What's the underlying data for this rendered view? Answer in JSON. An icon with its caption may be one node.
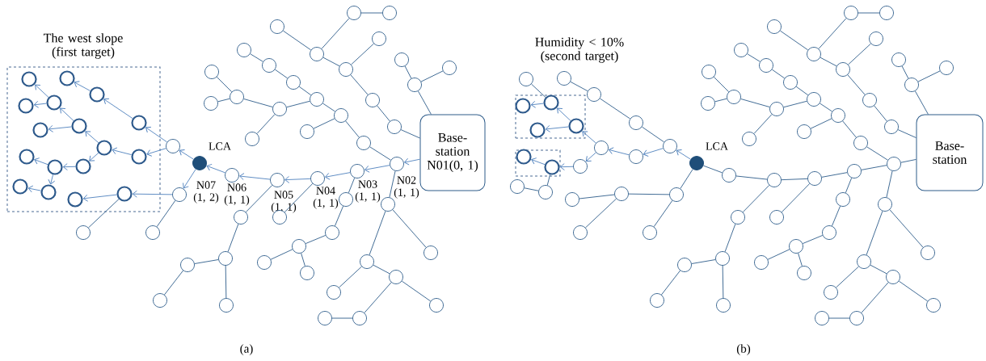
{
  "diagram": {
    "nodes": [
      {
        "text": [
          "The west slope (first target)"
        ]
      },
      {
        "text": [
          "Base-station",
          "N01(0, 1)"
        ]
      },
      {
        "text": [],
        "shape": "circle",
        "beside": [
          "N02 (1, 1)"
        ]
      },
      {
        "text": [],
        "shape": "circle",
        "beside": [
          "N03 (1, 1)"
        ]
      },
      {
        "text": [],
        "shape": "circle",
        "beside": [
          "N04 (1, 1)"
        ]
      },
      {
        "text": [],
        "shape": "circle",
        "beside": [
          "N05 (1, 1)"
        ]
      },
      {
        "text": [],
        "shape": "circle",
        "beside": [
          "N06 (1, 1)"
        ]
      },
      {
        "text": [],
        "shape": "circle",
        "beside": [
          "LCA",
          "N07 (1, 2)"
        ]
      },
      {
        "text": [],
        "shape": "circle"
      },
      {
        "text": [],
        "shape": "circle"
      },
      {
        "text": [],
        "shape": "circle",
        "in": 0
      },
      {
        "text": [],
        "shape": "circle",
        "in": 0
      },
      {
        "text": [],
        "shape": "circle",
        "in": 0
      },
      {
        "text": [],
        "shape": "circle",
        "in": 0
      },
      {
        "text": [],
        "shape": "circle",
        "in": 0
      },
      {
        "text": [],
        "shape": "circle",
        "in": 0
      },
      {
        "text": [],
        "shape": "circle",
        "in": 0
      },
      {
        "text": [],
        "shape": "circle",
        "in": 0
      },
      {
        "text": [],
        "shape": "circle",
        "in": 0
      },
      {
        "text": [],
        "shape": "circle",
        "in": 0
      },
      {
        "text": [],
        "shape": "circle",
        "in": 0
      },
      {
        "text": [],
        "shape": "circle",
        "in": 0
      },
      {
        "text": [],
        "shape": "circle",
        "in": 0
      },
      {
        "text": [],
        "shape": "circle",
        "in": 0
      },
      {
        "text": [],
        "shape": "circle",
        "in": 0
      },
      {
        "text": [],
        "shape": "circle",
        "in": 0
      },
      {
        "text": [],
        "shape": "circle",
        "in": 0
      },
      {
        "text": [],
        "shape": "circle"
      },
      {
        "text": [],
        "shape": "circle"
      },
      {
        "text": [],
        "shape": "circle"
      },
      {
        "text": [],
        "shape": "circle"
      },
      {
        "text": [],
        "shape": "circle"
      },
      {
        "text": [],
        "shape": "circle"
      },
      {
        "text": [],
        "shape": "circle"
      },
      {
        "text": [],
        "shape": "circle"
      },
      {
        "text": [],
        "shape": "circle"
      },
      {
        "text": [],
        "shape": "circle"
      },
      {
        "text": [],
        "shape": "circle"
      },
      {
        "text": [],
        "shape": "circle"
      },
      {
        "text": [],
        "shape": "circle"
      },
      {
        "text": [],
        "shape": "circle"
      },
      {
        "text": [],
        "shape": "circle"
      },
      {
        "text": [],
        "shape": "circle"
      },
      {
        "text": [],
        "shape": "circle"
      },
      {
        "text": [],
        "shape": "circle"
      },
      {
        "text": [],
        "shape": "circle"
      },
      {
        "text": [],
        "shape": "circle"
      },
      {
        "text": [],
        "shape": "circle"
      },
      {
        "text": [],
        "shape": "circle"
      },
      {
        "text": [],
        "shape": "circle"
      },
      {
        "text": [],
        "shape": "circle"
      },
      {
        "text": [],
        "shape": "circle"
      },
      {
        "text": [],
        "shape": "circle"
      },
      {
        "text": [],
        "shape": "circle"
      },
      {
        "text": [],
        "shape": "circle"
      },
      {
        "text": [],
        "shape": "circle"
      },
      {
        "text": [],
        "shape": "circle"
      },
      {
        "text": [],
        "shape": "circle"
      },
      {
        "text": [],
        "shape": "circle"
      },
      {
        "text": [],
        "shape": "circle"
      },
      {
        "text": [],
        "shape": "circle"
      },
      {
        "text": [],
        "shape": "circle"
      },
      {
        "text": [],
        "shape": "circle"
      },
      {
        "text": [],
        "shape": "circle"
      },
      {
        "text": [],
        "shape": "circle"
      },
      {
        "text": [],
        "shape": "circle"
      },
      {
        "text": [],
        "shape": "circle"
      },
      {
        "text": [],
        "shape": "circle"
      },
      {
        "text": [],
        "shape": "circle"
      },
      {
        "text": [],
        "shape": "circle"
      },
      {
        "text": [],
        "shape": "circle"
      },
      {
        "text": [
          "Humidity < 10% (second target)"
        ]
      },
      {
        "text": [],
        "shape": "box"
      },
      {
        "text": [
          "Base-station"
        ]
      },
      {
        "text": [],
        "shape": "circle"
      },
      {
        "text": [],
        "shape": "circle"
      },
      {
        "text": [],
        "shape": "circle"
      },
      {
        "text": [],
        "shape": "circle"
      },
      {
        "text": [],
        "shape": "circle"
      },
      {
        "text": [],
        "shape": "circle",
        "beside": [
          "LCA"
        ]
      },
      {
        "text": [],
        "shape": "circle"
      },
      {
        "text": [],
        "shape": "circle"
      },
      {
        "text": [],
        "shape": "circle"
      },
      {
        "text": [],
        "shape": "circle"
      },
      {
        "text": [],
        "shape": "circle"
      },
      {
        "text": [],
        "shape": "circle",
        "in": 71
      },
      {
        "text": [],
        "shape": "circle",
        "in": 71
      },
      {
        "text": [],
        "shape": "circle"
      },
      {
        "text": [],
        "shape": "circle",
        "in": 71
      },
      {
        "text": [],
        "shape": "circle",
        "in": 71
      },
      {
        "text": [],
        "shape": "circle"
      },
      {
        "text": [],
        "shape": "circle"
      },
      {
        "text": [],
        "shape": "circle",
        "in": 72
      },
      {
        "text": [],
        "shape": "circle",
        "in": 72
      },
      {
        "text": [],
        "shape": "circle"
      },
      {
        "text": [],
        "shape": "circle"
      },
      {
        "text": [],
        "shape": "circle"
      },
      {
        "text": [],
        "shape": "circle"
      },
      {
        "text": [],
        "shape": "circle"
      },
      {
        "text": [],
        "shape": "circle"
      },
      {
        "text": [],
        "shape": "circle"
      },
      {
        "text": [],
        "shape": "circle"
      },
      {
        "text": [],
        "shape": "circle"
      },
      {
        "text": [],
        "shape": "circle"
      },
      {
        "text": [],
        "shape": "circle"
      },
      {
        "text": [],
        "shape": "circle"
      },
      {
        "text": [],
        "shape": "circle"
      },
      {
        "text": [],
        "shape": "circle"
      },
      {
        "text": [],
        "shape": "circle"
      },
      {
        "text": [],
        "shape": "circle"
      },
      {
        "text": [],
        "shape": "circle"
      },
      {
        "text": [],
        "shape": "circle"
      },
      {
        "text": [],
        "shape": "circle"
      },
      {
        "text": [],
        "shape": "circle"
      },
      {
        "text": [],
        "shape": "circle"
      },
      {
        "text": [],
        "shape": "circle"
      },
      {
        "text": [],
        "shape": "circle"
      },
      {
        "text": [],
        "shape": "circle"
      },
      {
        "text": [],
        "shape": "circle"
      },
      {
        "text": [],
        "shape": "circle"
      },
      {
        "text": [],
        "shape": "circle"
      },
      {
        "text": [],
        "shape": "circle"
      },
      {
        "text": [],
        "shape": "circle"
      },
      {
        "text": [],
        "shape": "circle"
      },
      {
        "text": [],
        "shape": "circle"
      },
      {
        "text": [],
        "shape": "circle"
      },
      {
        "text": [],
        "shape": "circle"
      },
      {
        "text": [],
        "shape": "circle"
      },
      {
        "text": [],
        "shape": "circle"
      },
      {
        "text": [],
        "shape": "circle"
      },
      {
        "text": [],
        "shape": "circle"
      },
      {
        "text": [],
        "shape": "circle"
      },
      {
        "text": [],
        "shape": "circle"
      },
      {
        "text": [],
        "shape": "circle"
      },
      {
        "text": [],
        "shape": "circle"
      },
      {
        "text": [],
        "shape": "circle"
      },
      {
        "text": [],
        "shape": "circle"
      },
      {
        "text": [],
        "shape": "circle"
      },
      {
        "text": [],
        "shape": "circle"
      },
      {
        "text": [],
        "shape": "circle"
      },
      {
        "text": [],
        "shape": "circle"
      },
      {
        "text": [],
        "shape": "circle"
      },
      {
        "text": [],
        "shape": "circle"
      }
    ],
    "edges": [
      {
        "from": 1,
        "to": 2,
        "arrow": "to",
        "color": "#4f81bd"
      },
      {
        "from": 2,
        "to": 3,
        "arrow": "to",
        "color": "#4f81bd"
      },
      {
        "from": 3,
        "to": 4,
        "arrow": "to",
        "color": "#4f81bd"
      },
      {
        "from": 4,
        "to": 5,
        "arrow": "to",
        "color": "#4f81bd"
      },
      {
        "from": 5,
        "to": 6,
        "arrow": "to",
        "color": "#4f81bd"
      },
      {
        "from": 6,
        "to": 7,
        "arrow": "to",
        "color": "#4f81bd"
      },
      {
        "from": 7,
        "to": 8,
        "arrow": "to",
        "color": "#4f81bd"
      },
      {
        "from": 7,
        "to": 9,
        "arrow": "to",
        "color": "#4f81bd"
      },
      {
        "from": 8,
        "to": 15,
        "arrow": "to",
        "color": "#4f81bd"
      },
      {
        "from": 15,
        "to": 12,
        "arrow": "to",
        "color": "#4f81bd"
      },
      {
        "from": 12,
        "to": 11,
        "arrow": "to",
        "color": "#4f81bd"
      },
      {
        "from": 8,
        "to": 19,
        "arrow": "to",
        "color": "#4f81bd"
      },
      {
        "from": 19,
        "to": 18,
        "arrow": "to",
        "color": "#4f81bd"
      },
      {
        "from": 18,
        "to": 16,
        "arrow": "to",
        "color": "#4f81bd"
      },
      {
        "from": 16,
        "to": 13,
        "arrow": "to",
        "color": "#4f81bd"
      },
      {
        "from": 13,
        "to": 10,
        "arrow": "to",
        "color": "#4f81bd"
      },
      {
        "from": 13,
        "to": 14,
        "arrow": "to",
        "color": "#4f81bd"
      },
      {
        "from": 16,
        "to": 17,
        "arrow": "to",
        "color": "#4f81bd"
      },
      {
        "from": 18,
        "to": 22,
        "arrow": "to",
        "color": "#4f81bd"
      },
      {
        "from": 22,
        "to": 21,
        "arrow": "to",
        "color": "#4f81bd"
      },
      {
        "from": 21,
        "to": 20,
        "arrow": "to",
        "color": "#4f81bd"
      },
      {
        "from": 21,
        "to": 24,
        "arrow": "to",
        "color": "#4f81bd"
      },
      {
        "from": 24,
        "to": 23,
        "arrow": "to",
        "color": "#4f81bd"
      },
      {
        "from": 9,
        "to": 26,
        "arrow": "to",
        "color": "#4f81bd"
      },
      {
        "from": 26,
        "to": 25,
        "arrow": "to",
        "color": "#4f81bd"
      },
      {
        "from": 26,
        "to": 27,
        "arrow": "none"
      },
      {
        "from": 9,
        "to": 28,
        "arrow": "none"
      },
      {
        "from": 29,
        "to": 30,
        "arrow": "none"
      },
      {
        "from": 29,
        "to": 32,
        "arrow": "none"
      },
      {
        "from": 31,
        "to": 32,
        "arrow": "none"
      },
      {
        "from": 32,
        "to": 34,
        "arrow": "none"
      },
      {
        "from": 33,
        "to": 34,
        "arrow": "none"
      },
      {
        "from": 34,
        "to": 47,
        "arrow": "none"
      },
      {
        "from": 47,
        "to": 48,
        "arrow": "none"
      },
      {
        "from": 48,
        "to": 1,
        "arrow": "none"
      },
      {
        "from": 35,
        "to": 36,
        "arrow": "none"
      },
      {
        "from": 36,
        "to": 37,
        "arrow": "none"
      },
      {
        "from": 37,
        "to": 42,
        "arrow": "none"
      },
      {
        "from": 42,
        "to": 43,
        "arrow": "none"
      },
      {
        "from": 43,
        "to": 45,
        "arrow": "none"
      },
      {
        "from": 43,
        "to": 46,
        "arrow": "none"
      },
      {
        "from": 46,
        "to": 2,
        "arrow": "none"
      },
      {
        "from": 38,
        "to": 39,
        "arrow": "none"
      },
      {
        "from": 40,
        "to": 39,
        "arrow": "none"
      },
      {
        "from": 39,
        "to": 41,
        "arrow": "none"
      },
      {
        "from": 41,
        "to": 42,
        "arrow": "none"
      },
      {
        "from": 41,
        "to": 44,
        "arrow": "none"
      },
      {
        "from": 49,
        "to": 51,
        "arrow": "none"
      },
      {
        "from": 50,
        "to": 51,
        "arrow": "none"
      },
      {
        "from": 51,
        "to": 1,
        "arrow": "none"
      },
      {
        "from": 3,
        "to": 52,
        "arrow": "none"
      },
      {
        "from": 52,
        "to": 53,
        "arrow": "none"
      },
      {
        "from": 53,
        "to": 54,
        "arrow": "none"
      },
      {
        "from": 54,
        "to": 55,
        "arrow": "none"
      },
      {
        "from": 54,
        "to": 56,
        "arrow": "none"
      },
      {
        "from": 2,
        "to": 57,
        "arrow": "none"
      },
      {
        "from": 57,
        "to": 58,
        "arrow": "none"
      },
      {
        "from": 57,
        "to": 59,
        "arrow": "none"
      },
      {
        "from": 58,
        "to": 60,
        "arrow": "none"
      },
      {
        "from": 58,
        "to": 61,
        "arrow": "none"
      },
      {
        "from": 61,
        "to": 62,
        "arrow": "none"
      },
      {
        "from": 61,
        "to": 63,
        "arrow": "none"
      },
      {
        "from": 63,
        "to": 64,
        "arrow": "none"
      },
      {
        "from": 4,
        "to": 65,
        "arrow": "none"
      },
      {
        "from": 5,
        "to": 66,
        "arrow": "none"
      },
      {
        "from": 66,
        "to": 67,
        "arrow": "none"
      },
      {
        "from": 67,
        "to": 68,
        "arrow": "none"
      },
      {
        "from": 67,
        "to": 69,
        "arrow": "none"
      },
      {
        "from": 68,
        "to": 70,
        "arrow": "none"
      },
      {
        "from": 79,
        "to": 80,
        "arrow": "to",
        "color": "#4f81bd"
      },
      {
        "from": 80,
        "to": 91,
        "arrow": "to",
        "color": "#4f81bd"
      },
      {
        "from": 91,
        "to": 90,
        "arrow": "to",
        "color": "#4f81bd"
      },
      {
        "from": 90,
        "to": 88,
        "arrow": "to",
        "color": "#4f81bd"
      },
      {
        "from": 88,
        "to": 85,
        "arrow": "to",
        "color": "#4f81bd"
      },
      {
        "from": 85,
        "to": 86,
        "arrow": "to",
        "color": "#4f81bd"
      },
      {
        "from": 88,
        "to": 89,
        "arrow": "to",
        "color": "#4f81bd"
      },
      {
        "from": 90,
        "to": 94,
        "arrow": "to",
        "color": "#4f81bd"
      },
      {
        "from": 94,
        "to": 93,
        "arrow": "to",
        "color": "#4f81bd"
      },
      {
        "from": 93,
        "to": 92,
        "arrow": "to",
        "color": "#4f81bd"
      },
      {
        "from": 85,
        "to": 82,
        "arrow": "none"
      },
      {
        "from": 80,
        "to": 87,
        "arrow": "none"
      },
      {
        "from": 87,
        "to": 84,
        "arrow": "none"
      },
      {
        "from": 84,
        "to": 83,
        "arrow": "none"
      },
      {
        "from": 93,
        "to": 96,
        "arrow": "none"
      },
      {
        "from": 96,
        "to": 95,
        "arrow": "none"
      },
      {
        "from": 79,
        "to": 81,
        "arrow": "none"
      },
      {
        "from": 81,
        "to": 98,
        "arrow": "none"
      },
      {
        "from": 98,
        "to": 97,
        "arrow": "none"
      },
      {
        "from": 98,
        "to": 99,
        "arrow": "none"
      },
      {
        "from": 81,
        "to": 100,
        "arrow": "none"
      },
      {
        "from": 73,
        "to": 74,
        "arrow": "none"
      },
      {
        "from": 74,
        "to": 75,
        "arrow": "none"
      },
      {
        "from": 75,
        "to": 76,
        "arrow": "none"
      },
      {
        "from": 76,
        "to": 77,
        "arrow": "none"
      },
      {
        "from": 77,
        "to": 78,
        "arrow": "none"
      },
      {
        "from": 78,
        "to": 79,
        "arrow": "none"
      },
      {
        "from": 101,
        "to": 102,
        "arrow": "none"
      },
      {
        "from": 101,
        "to": 104,
        "arrow": "none"
      },
      {
        "from": 103,
        "to": 104,
        "arrow": "none"
      },
      {
        "from": 104,
        "to": 106,
        "arrow": "none"
      },
      {
        "from": 105,
        "to": 106,
        "arrow": "none"
      },
      {
        "from": 106,
        "to": 119,
        "arrow": "none"
      },
      {
        "from": 119,
        "to": 120,
        "arrow": "none"
      },
      {
        "from": 120,
        "to": 73,
        "arrow": "none"
      },
      {
        "from": 107,
        "to": 108,
        "arrow": "none"
      },
      {
        "from": 108,
        "to": 109,
        "arrow": "none"
      },
      {
        "from": 109,
        "to": 114,
        "arrow": "none"
      },
      {
        "from": 114,
        "to": 115,
        "arrow": "none"
      },
      {
        "from": 115,
        "to": 117,
        "arrow": "none"
      },
      {
        "from": 115,
        "to": 118,
        "arrow": "none"
      },
      {
        "from": 118,
        "to": 74,
        "arrow": "none"
      },
      {
        "from": 110,
        "to": 111,
        "arrow": "none"
      },
      {
        "from": 112,
        "to": 111,
        "arrow": "none"
      },
      {
        "from": 111,
        "to": 113,
        "arrow": "none"
      },
      {
        "from": 113,
        "to": 114,
        "arrow": "none"
      },
      {
        "from": 113,
        "to": 116,
        "arrow": "none"
      },
      {
        "from": 121,
        "to": 123,
        "arrow": "none"
      },
      {
        "from": 122,
        "to": 123,
        "arrow": "none"
      },
      {
        "from": 123,
        "to": 73,
        "arrow": "none"
      },
      {
        "from": 75,
        "to": 124,
        "arrow": "none"
      },
      {
        "from": 124,
        "to": 125,
        "arrow": "none"
      },
      {
        "from": 125,
        "to": 126,
        "arrow": "none"
      },
      {
        "from": 126,
        "to": 127,
        "arrow": "none"
      },
      {
        "from": 126,
        "to": 128,
        "arrow": "none"
      },
      {
        "from": 74,
        "to": 129,
        "arrow": "none"
      },
      {
        "from": 129,
        "to": 130,
        "arrow": "none"
      },
      {
        "from": 129,
        "to": 131,
        "arrow": "none"
      },
      {
        "from": 130,
        "to": 132,
        "arrow": "none"
      },
      {
        "from": 130,
        "to": 133,
        "arrow": "none"
      },
      {
        "from": 133,
        "to": 134,
        "arrow": "none"
      },
      {
        "from": 133,
        "to": 135,
        "arrow": "none"
      },
      {
        "from": 135,
        "to": 136,
        "arrow": "none"
      },
      {
        "from": 76,
        "to": 137,
        "arrow": "none"
      },
      {
        "from": 77,
        "to": 138,
        "arrow": "none"
      },
      {
        "from": 138,
        "to": 139,
        "arrow": "none"
      },
      {
        "from": 139,
        "to": 140,
        "arrow": "none"
      },
      {
        "from": 139,
        "to": 141,
        "arrow": "none"
      },
      {
        "from": 140,
        "to": 142,
        "arrow": "none"
      }
    ],
    "labels": [
      "(a)",
      "(b)"
    ]
  }
}
